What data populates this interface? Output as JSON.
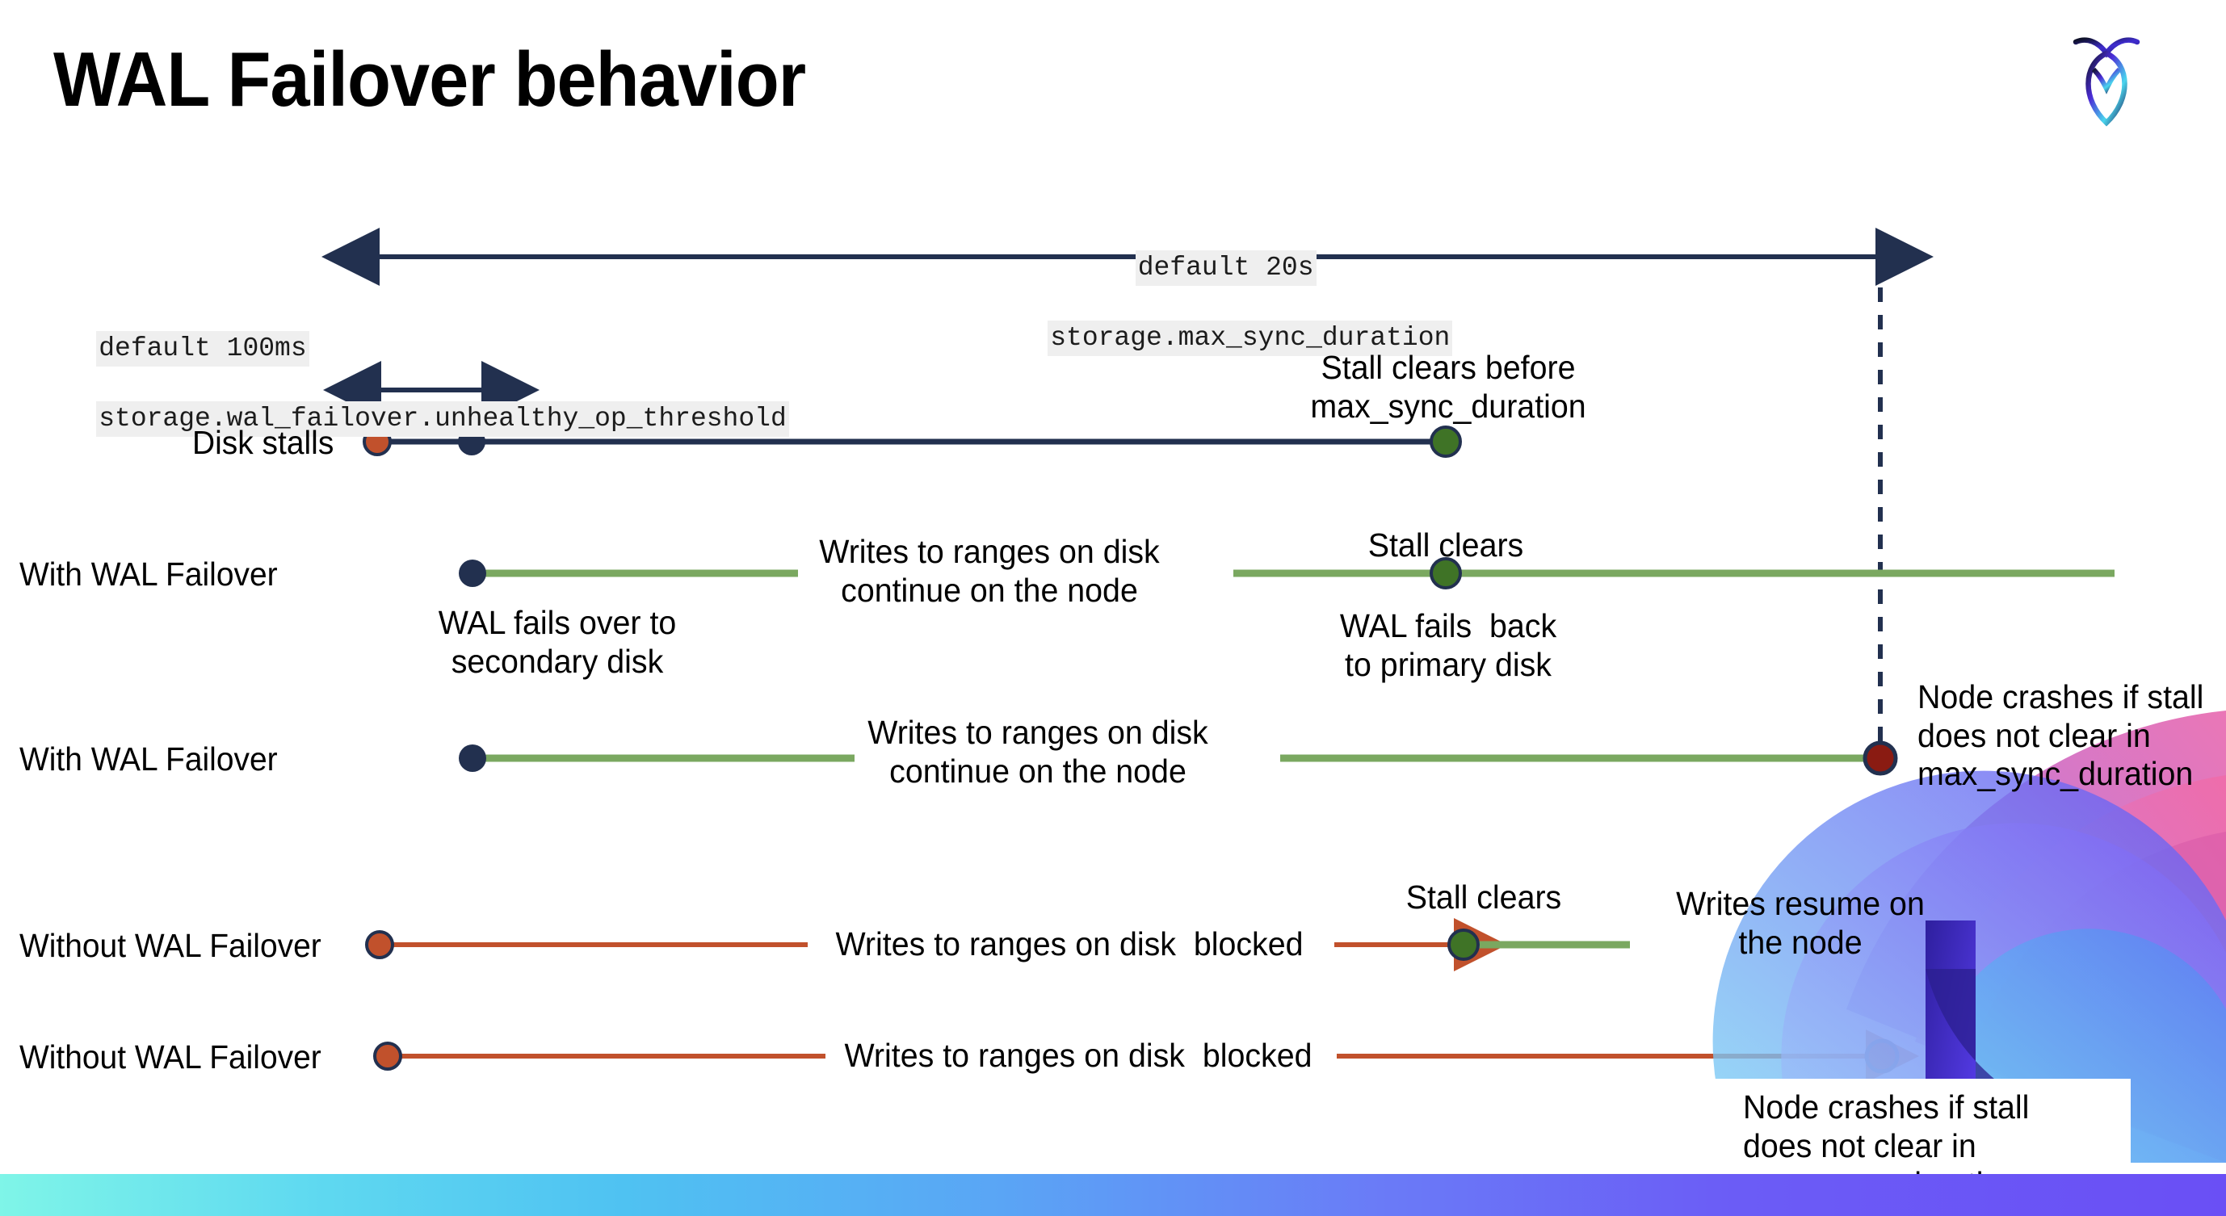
{
  "slide": {
    "title": "WAL Failover behavior",
    "logo_name": "cockroachdb-logo"
  },
  "settings": {
    "max_sync": {
      "default_line": "default 20s",
      "setting_line": "storage.max_sync_duration"
    },
    "unhealthy_op": {
      "default_line": "default 100ms",
      "setting_line": "storage.wal_failover.unhealthy_op_threshold"
    }
  },
  "rows": [
    {
      "label": "Disk stalls",
      "annotations": [
        {
          "name": "stall-clears-before-note",
          "text": "Stall clears before\nmax_sync_duration"
        }
      ]
    },
    {
      "label": "With WAL Failover",
      "annotations": [
        {
          "name": "wal-fails-over-note",
          "text": "WAL fails over to\nsecondary disk"
        },
        {
          "name": "writes-continue-note",
          "text": "Writes to ranges on disk\ncontinue on the node"
        },
        {
          "name": "stall-clears-note",
          "text": "Stall clears"
        },
        {
          "name": "wal-fails-back-note",
          "text": "WAL fails  back\nto primary disk"
        }
      ]
    },
    {
      "label": "With WAL Failover",
      "annotations": [
        {
          "name": "writes-continue-note",
          "text": "Writes to ranges on disk\ncontinue on the node"
        },
        {
          "name": "node-crashes-note",
          "text": "Node crashes if stall\ndoes not clear in\nmax_sync_duration"
        }
      ]
    },
    {
      "label": "Without WAL Failover",
      "annotations": [
        {
          "name": "writes-blocked-note",
          "text": "Writes to ranges on disk  blocked"
        },
        {
          "name": "stall-clears-note",
          "text": "Stall clears"
        },
        {
          "name": "writes-resume-note",
          "text": "Writes resume on\nthe node"
        }
      ]
    },
    {
      "label": "Without WAL Failover",
      "annotations": [
        {
          "name": "writes-blocked-note",
          "text": "Writes to ranges on disk  blocked"
        },
        {
          "name": "node-crashes-note",
          "text": "Node crashes if stall\ndoes not clear in\nmax_sync_duration"
        }
      ]
    }
  ],
  "colors": {
    "navy": "#22304f",
    "orange": "#c1512c",
    "green_line": "#7aa860",
    "green_dot": "#3f7326",
    "dark_red": "#8a1b12",
    "code_bg": "#efefef"
  }
}
